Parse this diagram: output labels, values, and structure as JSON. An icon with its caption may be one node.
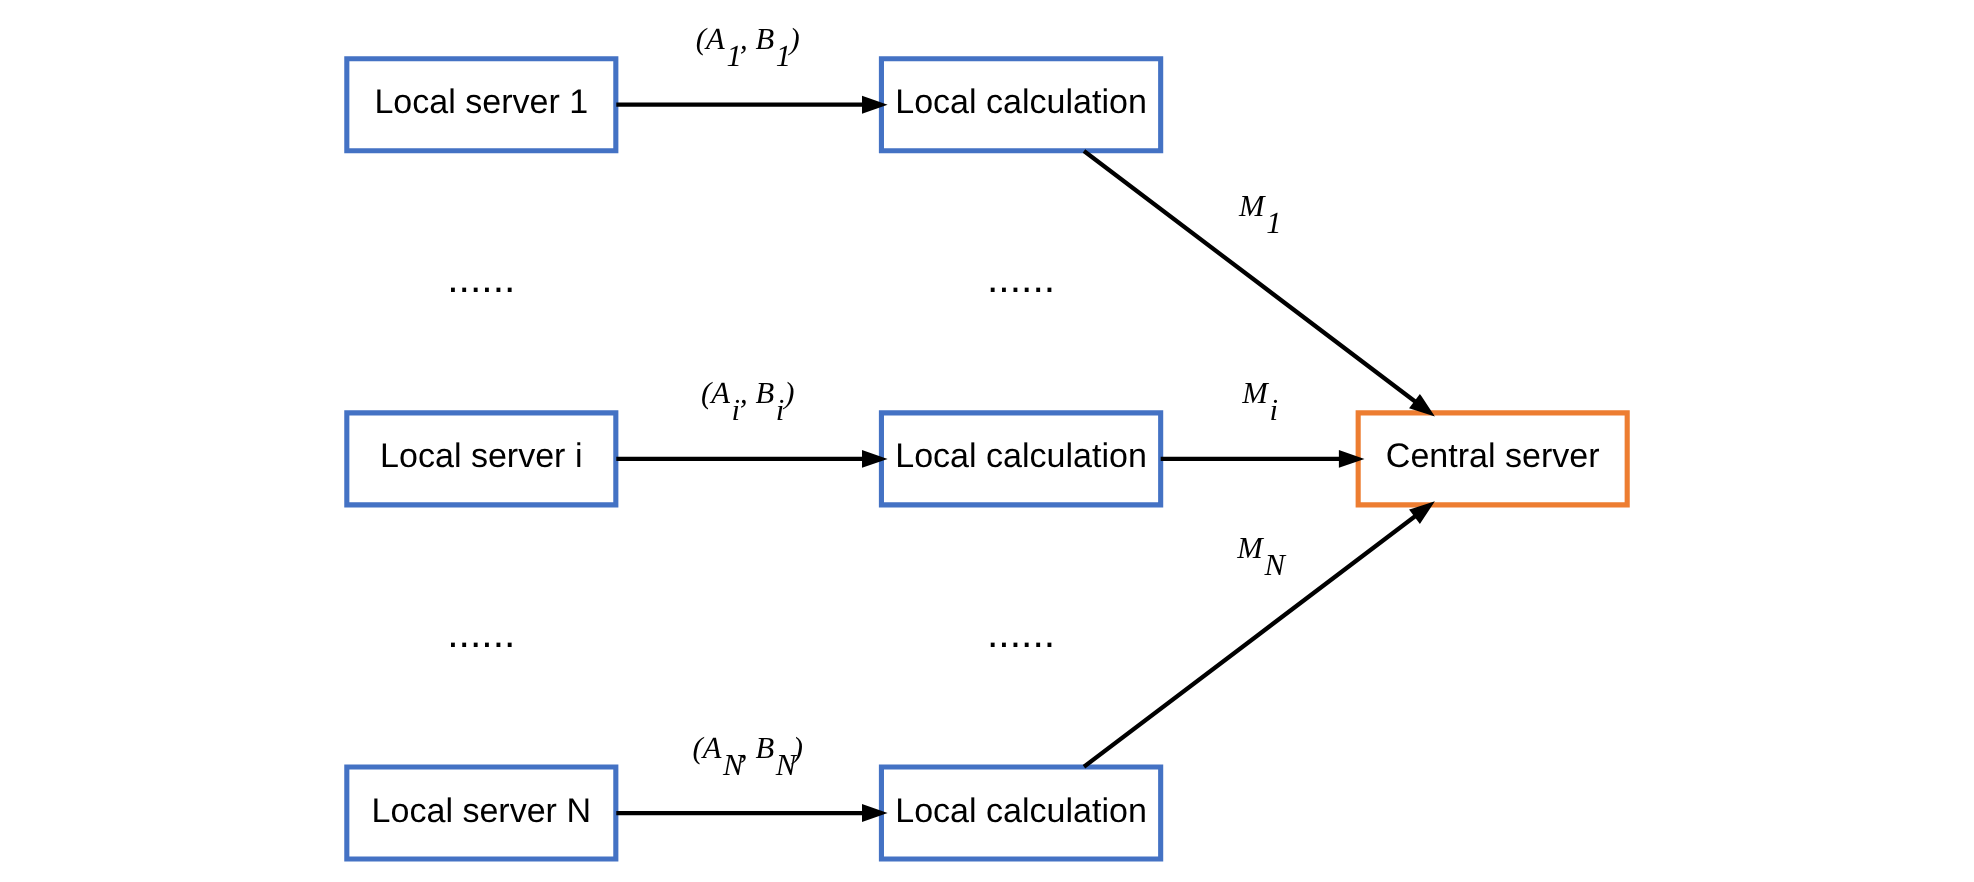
{
  "diagram": {
    "nodes": [
      {
        "text": [
          "Local server 1"
        ]
      },
      {
        "text": [
          "Local calculation"
        ]
      },
      {
        "text": [
          "Local server i"
        ]
      },
      {
        "text": [
          "Local calculation"
        ]
      },
      {
        "text": [
          "Local server N"
        ]
      },
      {
        "text": [
          "Local calculation"
        ]
      },
      {
        "text": [
          "Central server"
        ]
      }
    ],
    "edges": [
      {
        "from": 0,
        "to": 1,
        "arrow": "to",
        "label": "(A$_{1}$, B$_{1}$)"
      },
      {
        "from": 2,
        "to": 3,
        "arrow": "to",
        "label": "(A$_{i}$, B$_{i}$)"
      },
      {
        "from": 4,
        "to": 5,
        "arrow": "to",
        "label": "(A$_{N}$, B$_{N}$)"
      },
      {
        "from": 1,
        "to": 6,
        "arrow": "to",
        "label": "M$_{1}$"
      },
      {
        "from": 3,
        "to": 6,
        "arrow": "to",
        "label": "M$_{i}$"
      },
      {
        "from": 5,
        "to": 6,
        "arrow": "to",
        "label": "M$_{N}$"
      }
    ],
    "labels": [
      "......",
      "......",
      "......",
      "......"
    ]
  }
}
